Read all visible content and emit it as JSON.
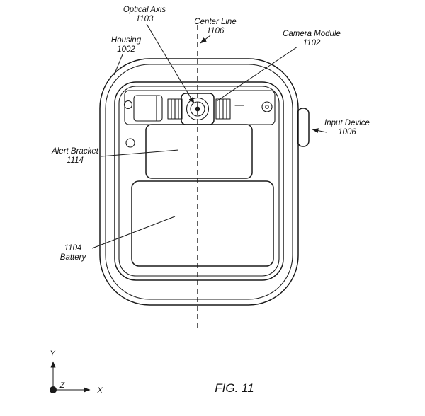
{
  "figure": {
    "caption": "FIG. 11"
  },
  "labels": {
    "optical_axis": {
      "name": "Optical Axis",
      "number": "1103"
    },
    "center_line": {
      "name": "Center Line",
      "number": "1106"
    },
    "camera_module": {
      "name": "Camera Module",
      "number": "1102"
    },
    "housing": {
      "name": "Housing",
      "number": "1002"
    },
    "input_device": {
      "name": "Input Device",
      "number": "1006"
    },
    "alert_bracket": {
      "name": "Alert Bracket",
      "number": "1114"
    },
    "battery": {
      "number": "1104",
      "name": "Battery"
    }
  },
  "axes": {
    "x_label": "X",
    "y_label": "Y",
    "z_label": "Z"
  },
  "colors": {
    "line": "#1a1a1a",
    "background": "#ffffff"
  }
}
